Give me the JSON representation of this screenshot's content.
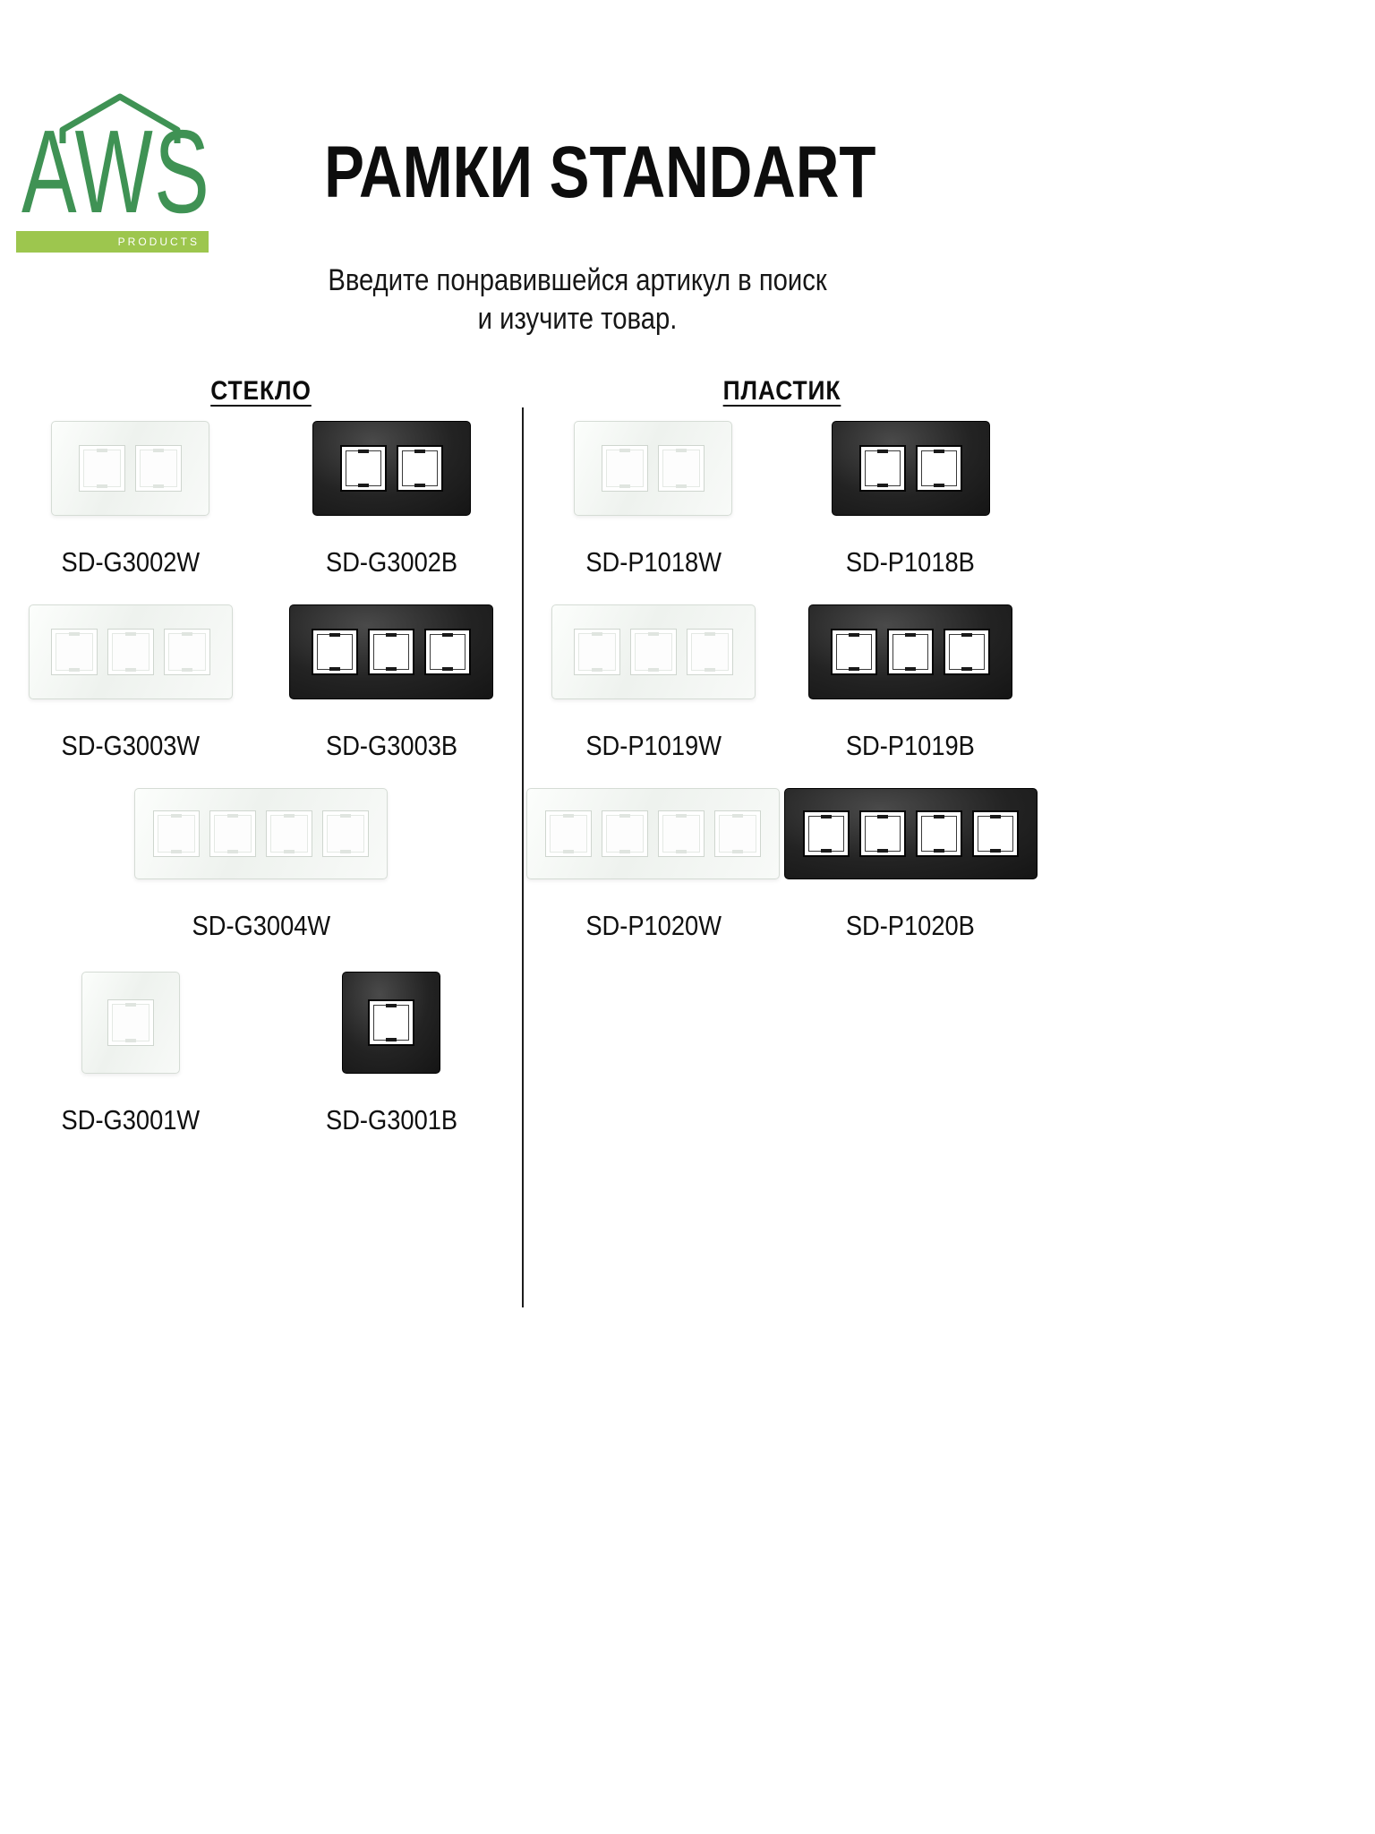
{
  "logo": {
    "brand": "AWS",
    "tagline": "PRODUCTS"
  },
  "icons": {
    "logo_house": "house-roof-outline"
  },
  "colors": {
    "logo_green": "#3f9254",
    "logo_bar_green": "#9dc64e",
    "text_black": "#111111",
    "frame_black": "#161616",
    "frame_white": "#f3f6f3"
  },
  "header": {
    "title": "РАМКИ STANDART",
    "subtitle_line1": "Введите понравившейся артикул в поиск",
    "subtitle_line2": "и изучите товар."
  },
  "columns": [
    {
      "name": "СТЕКЛО",
      "products": [
        {
          "code": "SD-G3002W",
          "color": "white",
          "gangs": 2
        },
        {
          "code": "SD-G3002B",
          "color": "black",
          "gangs": 2
        },
        {
          "code": "SD-G3003W",
          "color": "white",
          "gangs": 3
        },
        {
          "code": "SD-G3003B",
          "color": "black",
          "gangs": 3
        },
        {
          "code": "SD-G3004W",
          "color": "white",
          "gangs": 4,
          "full_row": true
        },
        {
          "code": "SD-G3001W",
          "color": "white",
          "gangs": 1
        },
        {
          "code": "SD-G3001B",
          "color": "black",
          "gangs": 1
        }
      ]
    },
    {
      "name": "ПЛАСТИК",
      "products": [
        {
          "code": "SD-P1018W",
          "color": "white",
          "gangs": 2
        },
        {
          "code": "SD-P1018B",
          "color": "black",
          "gangs": 2
        },
        {
          "code": "SD-P1019W",
          "color": "white",
          "gangs": 3
        },
        {
          "code": "SD-P1019B",
          "color": "black",
          "gangs": 3
        },
        {
          "code": "SD-P1020W",
          "color": "white",
          "gangs": 4
        },
        {
          "code": "SD-P1020B",
          "color": "black",
          "gangs": 4
        }
      ]
    }
  ]
}
